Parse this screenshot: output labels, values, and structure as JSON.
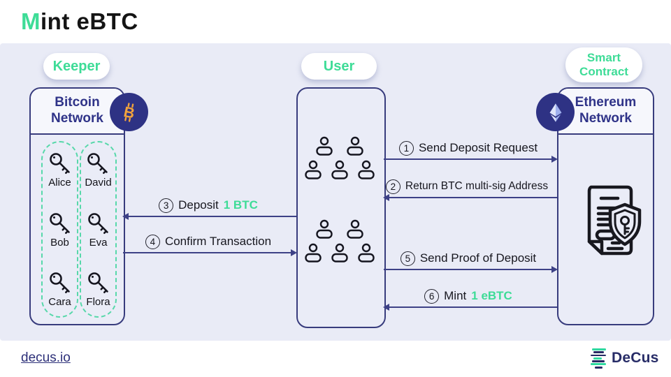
{
  "title": {
    "highlight": "M",
    "rest": "int eBTC"
  },
  "pills": {
    "keeper": "Keeper",
    "user": "User",
    "smart_contract": "Smart Contract"
  },
  "boxes": {
    "bitcoin": {
      "title": "Bitcoin Network"
    },
    "ethereum": {
      "title": "Ethereum Network"
    }
  },
  "keeper_keys": {
    "column1": [
      "Alice",
      "Bob",
      "Cara"
    ],
    "column2": [
      "David",
      "Eva",
      "Flora"
    ]
  },
  "arrows": [
    {
      "num": "1",
      "text": "Send Deposit Request"
    },
    {
      "num": "2",
      "text": "Return BTC multi-sig Address"
    },
    {
      "num": "3",
      "text": "Deposit",
      "highlight": "1 BTC"
    },
    {
      "num": "4",
      "text": "Confirm Transaction"
    },
    {
      "num": "5",
      "text": "Send Proof of Deposit"
    },
    {
      "num": "6",
      "text": "Mint",
      "highlight": "1 eBTC"
    }
  ],
  "icons": {
    "bitcoin_symbol": "B",
    "bitcoin": "bitcoin-icon",
    "ethereum": "ethereum-icon",
    "key": "key-icon",
    "person": "person-icon",
    "contract": "contract-shield-key-icon"
  },
  "footer": {
    "link": "decus.io",
    "brand": "DeCus"
  },
  "colors": {
    "accent_green": "#3edc97",
    "navy": "#2f3388",
    "badge_navy": "#2e3284",
    "bitcoin_orange": "#f2a33c",
    "panel_bg": "#e9ebf6",
    "dashed_teal": "#57d8aa"
  }
}
